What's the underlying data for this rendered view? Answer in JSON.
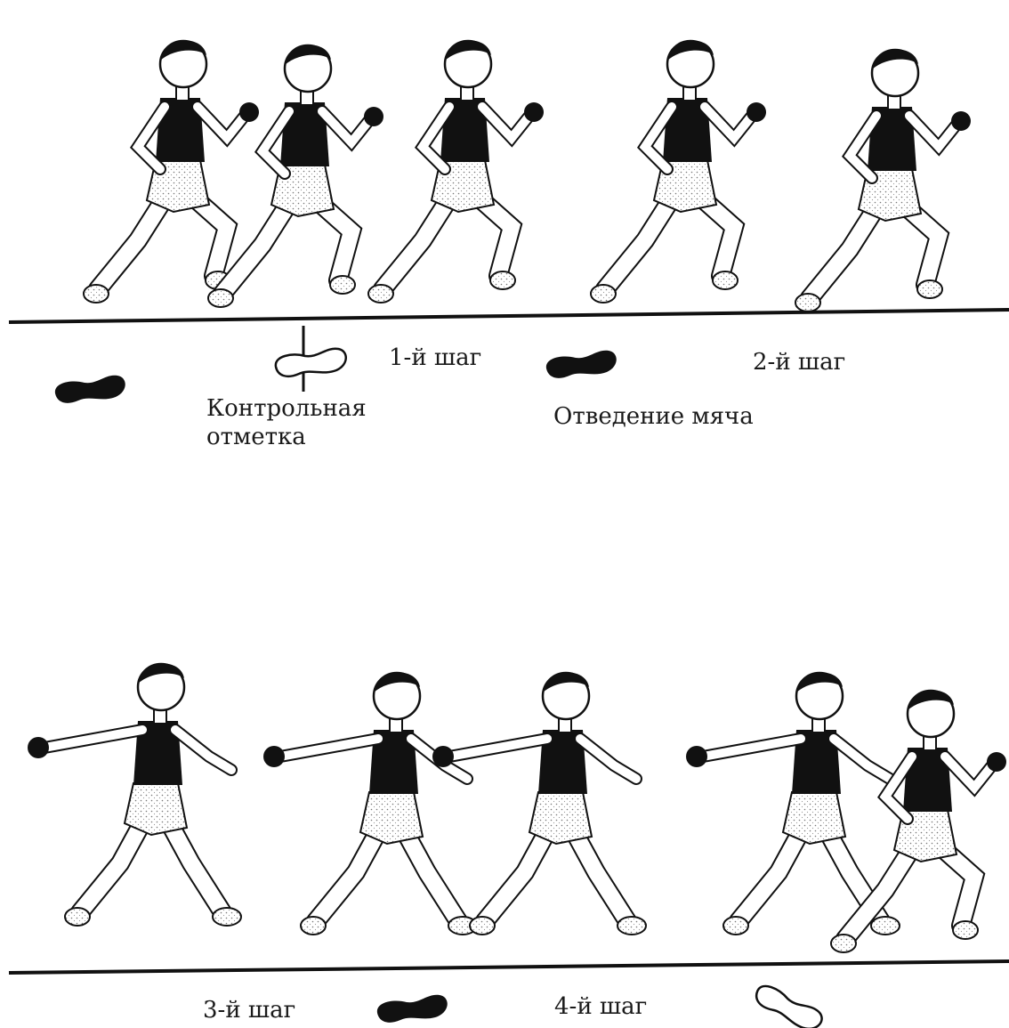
{
  "figure": {
    "top_row": {
      "labels": {
        "step1": "1-й шаг",
        "step2": "2-й шаг",
        "control_mark_line1": "Контрольная",
        "control_mark_line2": "отметка",
        "ball_withdrawal": "Отведение мяча"
      }
    },
    "bottom_row": {
      "labels": {
        "step3": "3-й шаг",
        "step4": "4-й шаг"
      }
    },
    "colors": {
      "ink": "#111111",
      "shirt": "#111111",
      "skin": "#ffffff",
      "shorts_stipple": "#e9e9e9"
    }
  }
}
